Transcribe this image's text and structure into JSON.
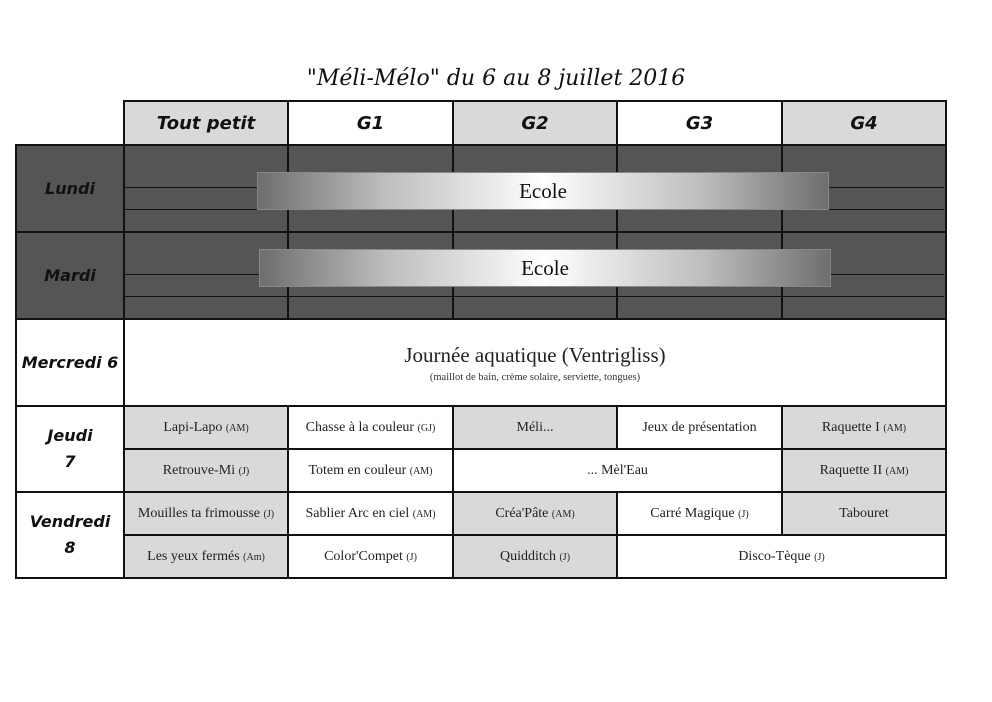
{
  "title": "\"Méli-Mélo\"  du 6 au 8 juillet 2016",
  "columns": [
    "Tout petit",
    "G1",
    "G2",
    "G3",
    "G4"
  ],
  "days": {
    "lundi": "Lundi",
    "mardi": "Mardi",
    "mercredi": "Mercredi 6",
    "jeudi": "Jeudi 7",
    "vendredi": "Vendredi 8"
  },
  "lundi_bar": "Ecole",
  "mardi_bar": "Ecole",
  "mercredi": {
    "main": "Journée aquatique (Ventrigliss)",
    "sub": "(maillot de bain, crème solaire, serviette, tongues)"
  },
  "jeudi": {
    "row1": [
      {
        "text": "Lapi-Lapo",
        "tag": "(AM)"
      },
      {
        "text": "Chasse à la couleur",
        "tag": "(GJ)"
      },
      {
        "text": "Méli...",
        "tag": ""
      },
      {
        "text": "Jeux de présentation",
        "tag": ""
      },
      {
        "text": "Raquette I",
        "tag": "(AM)"
      }
    ],
    "row2": [
      {
        "text": "Retrouve-Mi",
        "tag": "(J)"
      },
      {
        "text": "Totem en couleur",
        "tag": "(AM)"
      },
      {
        "text": "... Mèl'Eau",
        "tag": ""
      },
      {
        "text": "Raquette II",
        "tag": "(AM)"
      }
    ]
  },
  "vendredi": {
    "row1": [
      {
        "text": "Mouilles ta frimousse",
        "tag": "(J)"
      },
      {
        "text": "Sablier Arc en ciel",
        "tag": "(AM)"
      },
      {
        "text": "Créa'Pâte",
        "tag": "(AM)"
      },
      {
        "text": "Carré Magique",
        "tag": "(J)"
      },
      {
        "text": "Tabouret",
        "tag": ""
      }
    ],
    "row2": [
      {
        "text": "Les yeux fermés",
        "tag": "(Am)"
      },
      {
        "text": "Color'Compet",
        "tag": "(J)"
      },
      {
        "text": "Quidditch",
        "tag": "(J)"
      },
      {
        "text": "Disco-Tèque",
        "tag": "(J)"
      }
    ]
  }
}
